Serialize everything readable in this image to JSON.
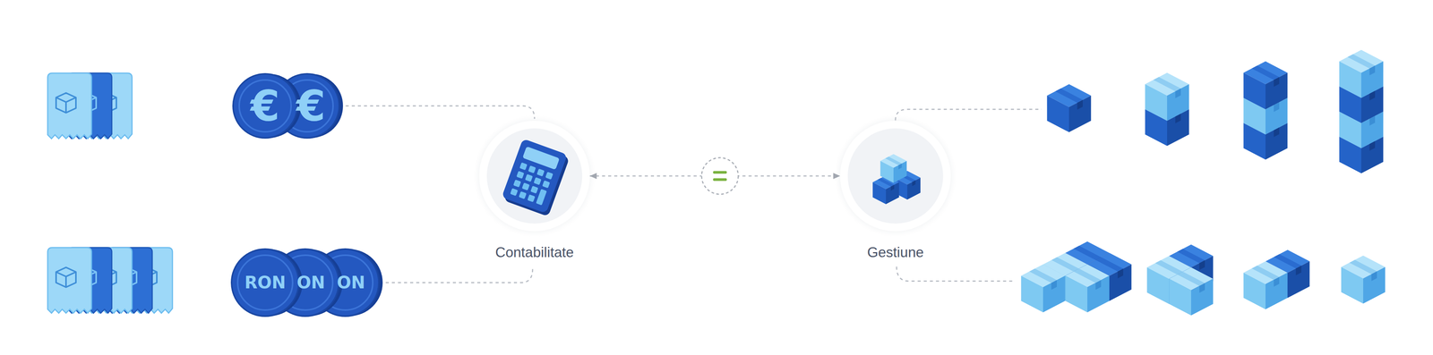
{
  "diagram": {
    "nodes": [
      {
        "text": [
          "Contabilitate"
        ]
      },
      {
        "text": [
          "Gestiune"
        ]
      }
    ],
    "edges": [
      {
        "from": 0,
        "to": 1,
        "arrow": "both"
      }
    ],
    "labels": [
      "€",
      "€",
      "RON",
      "ON",
      "ON"
    ]
  }
}
